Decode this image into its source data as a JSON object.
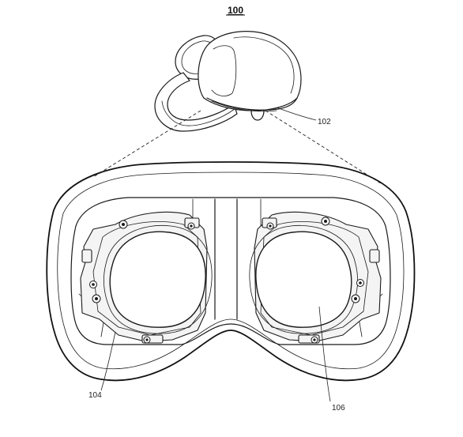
{
  "figure": {
    "number": "100"
  },
  "labels": {
    "headset": "102",
    "left_lens_assembly": "104",
    "right_lens_assembly": "106"
  }
}
